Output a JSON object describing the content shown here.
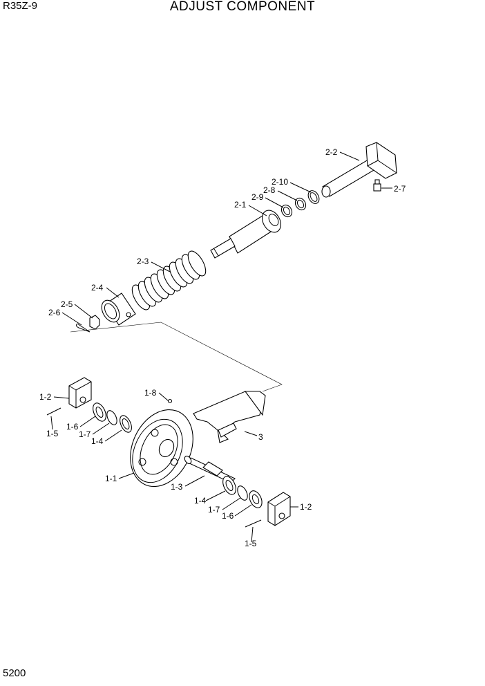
{
  "header": {
    "model": "R35Z-9",
    "title": "ADJUST COMPONENT"
  },
  "footer": {
    "page_number": "5200"
  },
  "callouts": {
    "c2_2": "2-2",
    "c2_7": "2-7",
    "c2_10": "2-10",
    "c2_8": "2-8",
    "c2_9": "2-9",
    "c2_1": "2-1",
    "c2_3": "2-3",
    "c2_4": "2-4",
    "c2_5": "2-5",
    "c2_6": "2-6",
    "c1_8": "1-8",
    "c1_2a": "1-2",
    "c1_5a": "1-5",
    "c1_6a": "1-6",
    "c1_7a": "1-7",
    "c1_4a": "1-4",
    "c3": "3",
    "c1_1": "1-1",
    "c1_3": "1-3",
    "c1_4b": "1-4",
    "c1_7b": "1-7",
    "c1_6b": "1-6",
    "c1_2b": "1-2",
    "c1_5b": "1-5"
  }
}
